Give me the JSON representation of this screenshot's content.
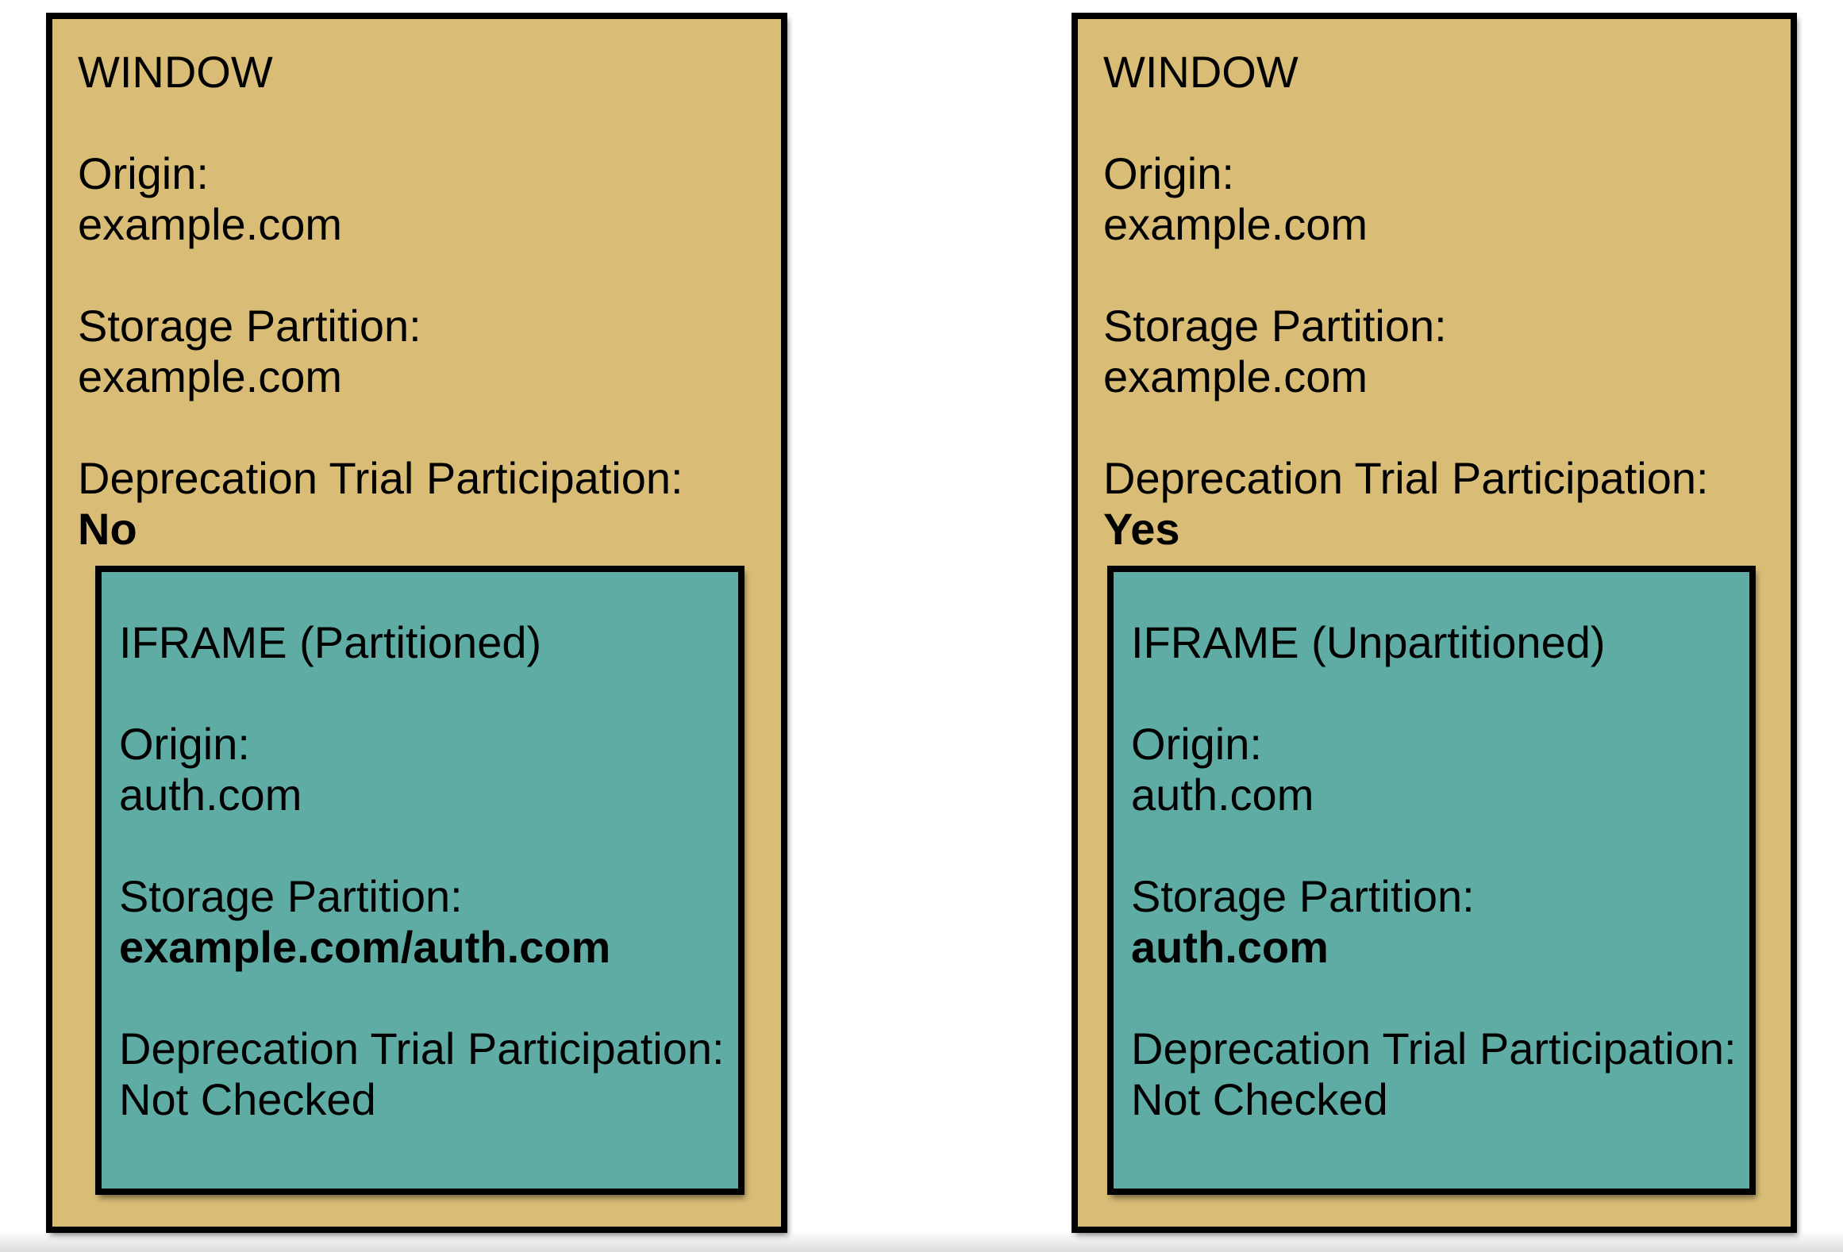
{
  "colors": {
    "page_background": "#FFFFFF",
    "window_fill": "#D9BD77",
    "iframe_fill": "#5FACA4",
    "border": "#000000",
    "text": "#000000"
  },
  "windows": [
    {
      "title": "WINDOW",
      "fields": [
        {
          "label": "Origin:",
          "value": "example.com"
        },
        {
          "label": "Storage Partition:",
          "value": "example.com"
        },
        {
          "label": "Deprecation Trial Participation:",
          "value": "No"
        }
      ],
      "iframe": {
        "title": "IFRAME (Partitioned)",
        "fields": [
          {
            "label": "Origin:",
            "value": "auth.com"
          },
          {
            "label": "Storage Partition:",
            "value": "example.com/auth.com"
          },
          {
            "label": "Deprecation Trial Participation:",
            "value": "Not Checked"
          }
        ]
      }
    },
    {
      "title": "WINDOW",
      "fields": [
        {
          "label": "Origin:",
          "value": "example.com"
        },
        {
          "label": "Storage Partition:",
          "value": "example.com"
        },
        {
          "label": "Deprecation Trial Participation:",
          "value": "Yes"
        }
      ],
      "iframe": {
        "title": "IFRAME (Unpartitioned)",
        "fields": [
          {
            "label": "Origin:",
            "value": "auth.com"
          },
          {
            "label": "Storage Partition:",
            "value": "auth.com"
          },
          {
            "label": "Deprecation Trial Participation:",
            "value": "Not Checked"
          }
        ]
      }
    }
  ]
}
